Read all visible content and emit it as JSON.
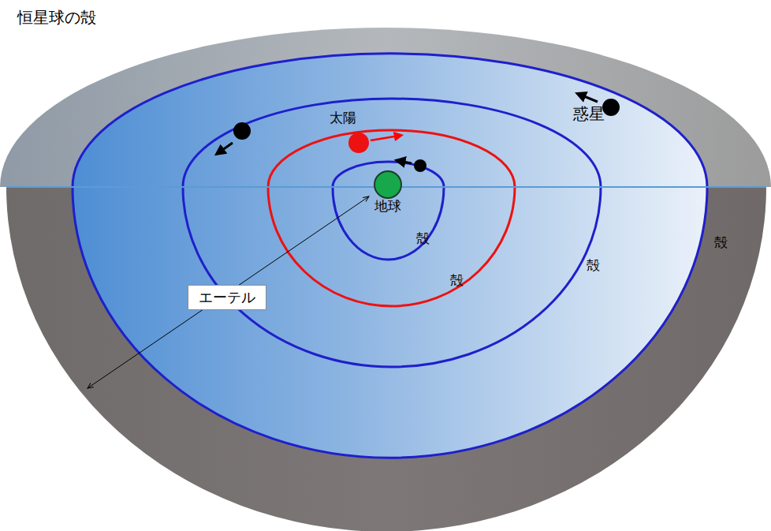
{
  "diagram": {
    "nodes": [
      {
        "text": [
          "エーテル"
        ]
      }
    ],
    "labels": [
      "恒星球の殻",
      "惑星",
      "太陽",
      "地球",
      "殻",
      "殻",
      "殻",
      "殻"
    ]
  }
}
